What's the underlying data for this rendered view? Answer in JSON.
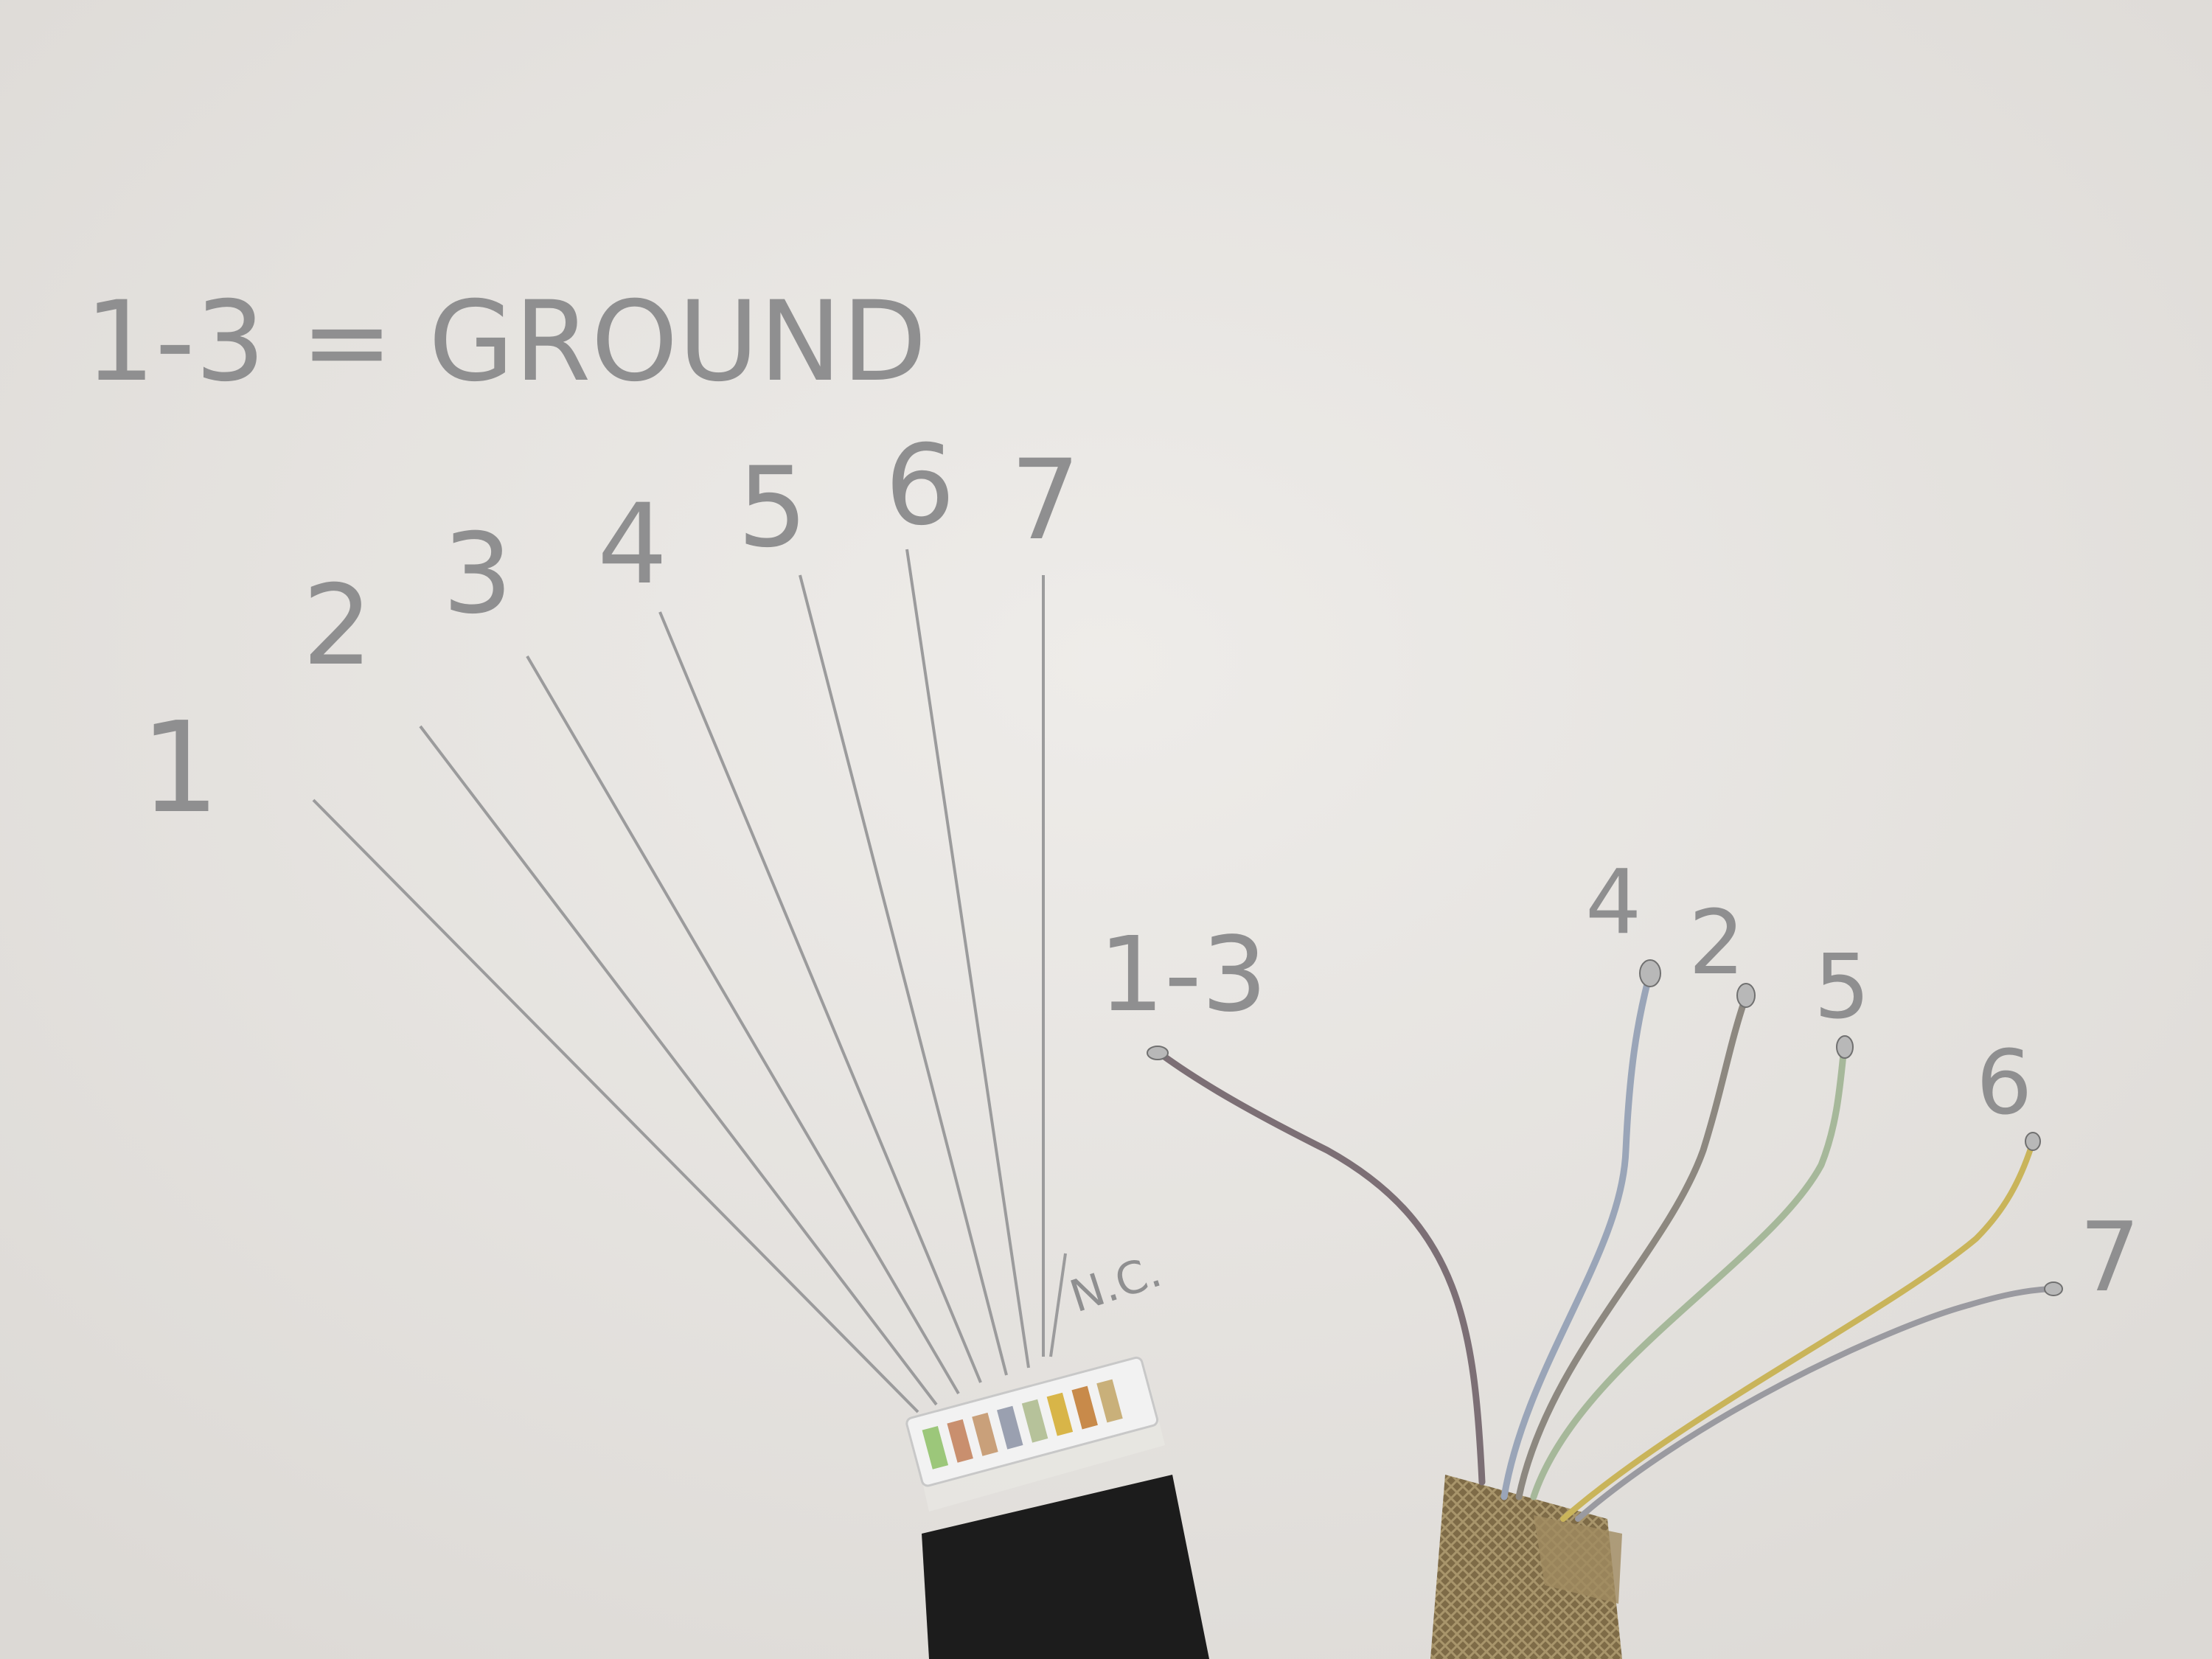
{
  "note": {
    "legend": "1-3 = GROUND",
    "connector_pin_numbers": [
      "1",
      "2",
      "3",
      "4",
      "5",
      "6",
      "7"
    ],
    "nc_label": "N.C.",
    "wire_label_ground": "1-3",
    "wire_labels": [
      "4",
      "2",
      "5",
      "6",
      "7"
    ]
  },
  "colors": {
    "paper": "#e9e7e4",
    "pencil": "#8f8f90",
    "braid": "#8a7650",
    "tape": "#1c1c1c",
    "connector": "#f2f2f2",
    "wire_ground": "#7c6f75",
    "wire_4": "#9aa5b8",
    "wire_2": "#8d8880",
    "wire_5": "#a6b89a",
    "wire_6": "#c9b45a",
    "wire_7": "#9a9aa0"
  }
}
